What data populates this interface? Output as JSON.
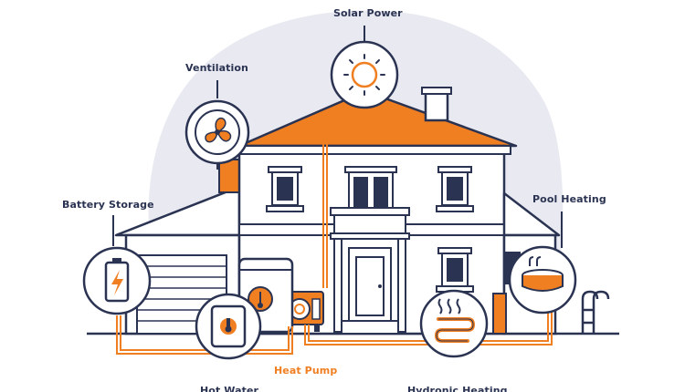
{
  "labels": {
    "solar": "Solar Power",
    "ventilation": "Ventilation",
    "battery": "Battery Storage",
    "pool": "Pool Heating",
    "heat_pump": "Heat Pump",
    "hot_water": "Hot Water",
    "hydronic": "Hydronic Heating"
  },
  "colors": {
    "navy": "#2b3352",
    "orange": "#f07f22",
    "background_blob": "#e9eaf1",
    "wall": "#ffffff"
  }
}
